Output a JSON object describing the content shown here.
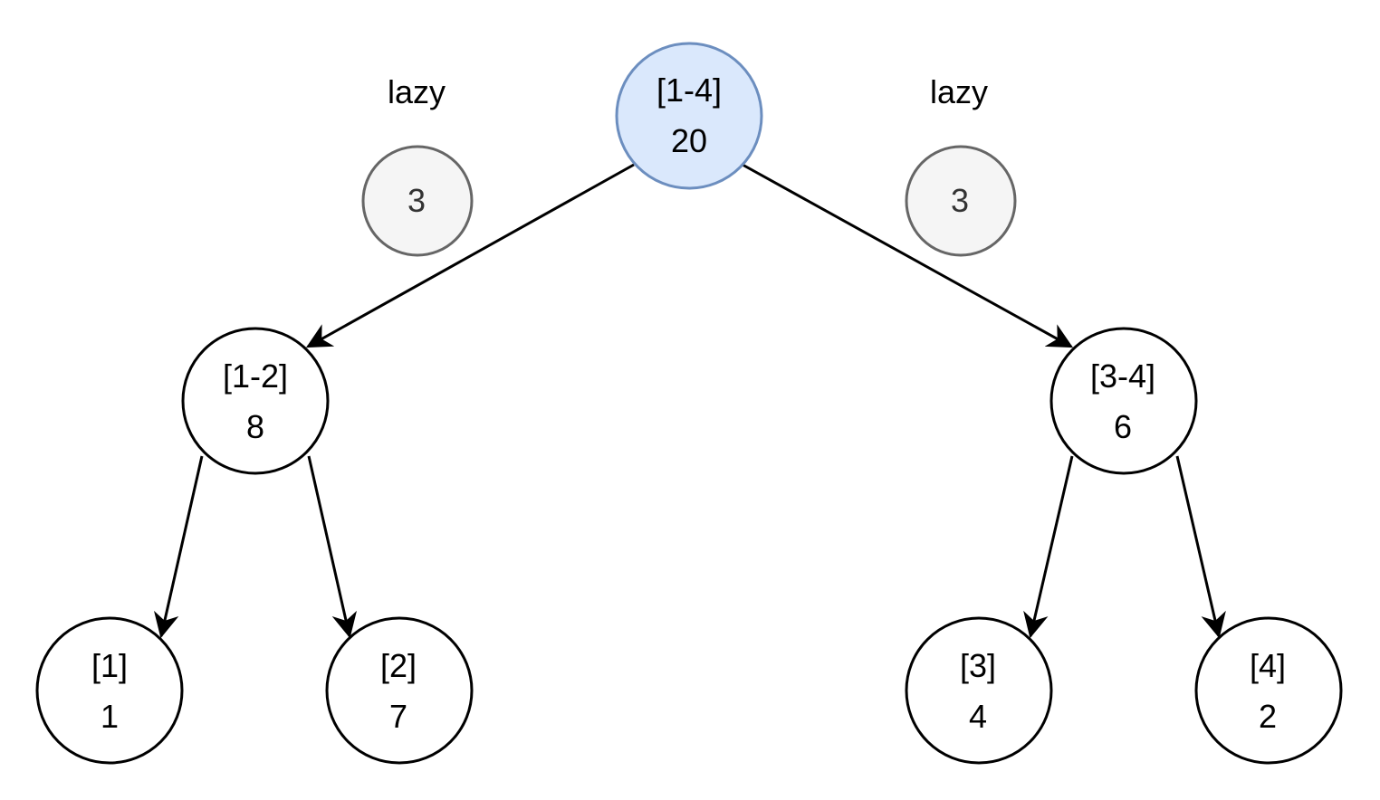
{
  "tree": {
    "root": {
      "range": "[1-4]",
      "sum": "20"
    },
    "left": {
      "range": "[1-2]",
      "sum": "8"
    },
    "right": {
      "range": "[3-4]",
      "sum": "6"
    },
    "leaf1": {
      "range": "[1]",
      "sum": "1"
    },
    "leaf2": {
      "range": "[2]",
      "sum": "7"
    },
    "leaf3": {
      "range": "[3]",
      "sum": "4"
    },
    "leaf4": {
      "range": "[4]",
      "sum": "2"
    }
  },
  "lazy": {
    "left": {
      "label": "lazy",
      "value": "3"
    },
    "right": {
      "label": "lazy",
      "value": "3"
    }
  },
  "colors": {
    "root_fill": "#dae8fc",
    "root_stroke": "#6c8ebf",
    "lazy_fill": "#f5f5f5",
    "lazy_stroke": "#666666"
  }
}
